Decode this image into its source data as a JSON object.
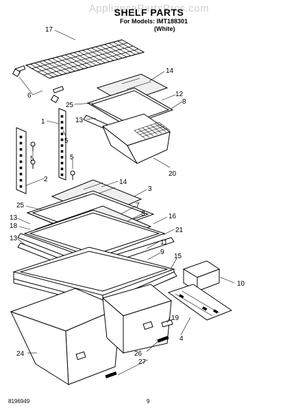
{
  "watermark": "AppliancePartsPros.com",
  "header": {
    "title": "SHELF PARTS",
    "models_line": "For Models: IMT188301",
    "variant": "(White)"
  },
  "footer": {
    "doc_number": "8196949",
    "page_number": "9"
  },
  "callouts": {
    "part_17": "17",
    "part_6": "6",
    "part_14_top": "14",
    "part_12": "12",
    "part_25_top": "25",
    "part_8_top": "8",
    "part_13_top": "13",
    "part_20": "20",
    "part_1": "1",
    "part_5_a": "5",
    "part_5_b": "5",
    "part_5_c": "5",
    "part_2": "2",
    "part_14_mid": "14",
    "part_3": "3",
    "part_25_mid": "25",
    "part_7": "7",
    "part_8_mid": "8",
    "part_16": "16",
    "part_13_mid": "13",
    "part_18": "18",
    "part_21": "21",
    "part_13_low": "13",
    "part_11": "11",
    "part_9": "9",
    "part_15": "15",
    "part_10": "10",
    "part_19": "19",
    "part_4": "4",
    "part_24": "24",
    "part_26": "26",
    "part_27": "27"
  }
}
